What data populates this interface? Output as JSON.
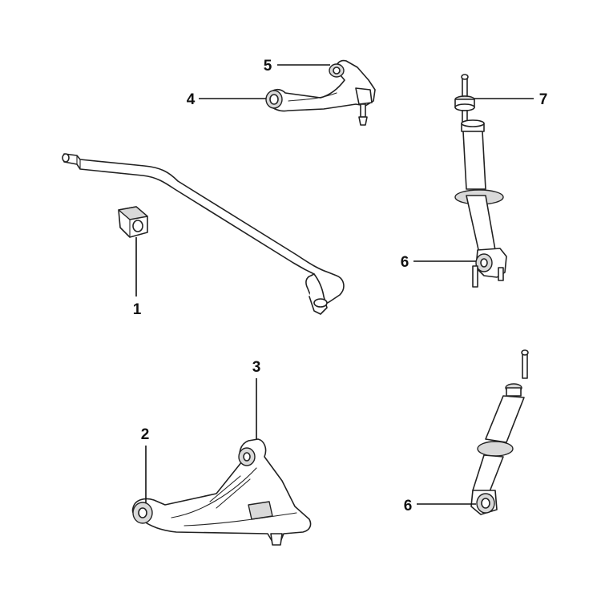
{
  "callouts": {
    "c1": "1",
    "c2": "2",
    "c3": "3",
    "c4": "4",
    "c5": "5",
    "c6a": "6",
    "c6b": "6",
    "c7": "7"
  },
  "colors": {
    "stroke": "#222222",
    "shade": "#d9d9d9",
    "background": "#ffffff"
  }
}
